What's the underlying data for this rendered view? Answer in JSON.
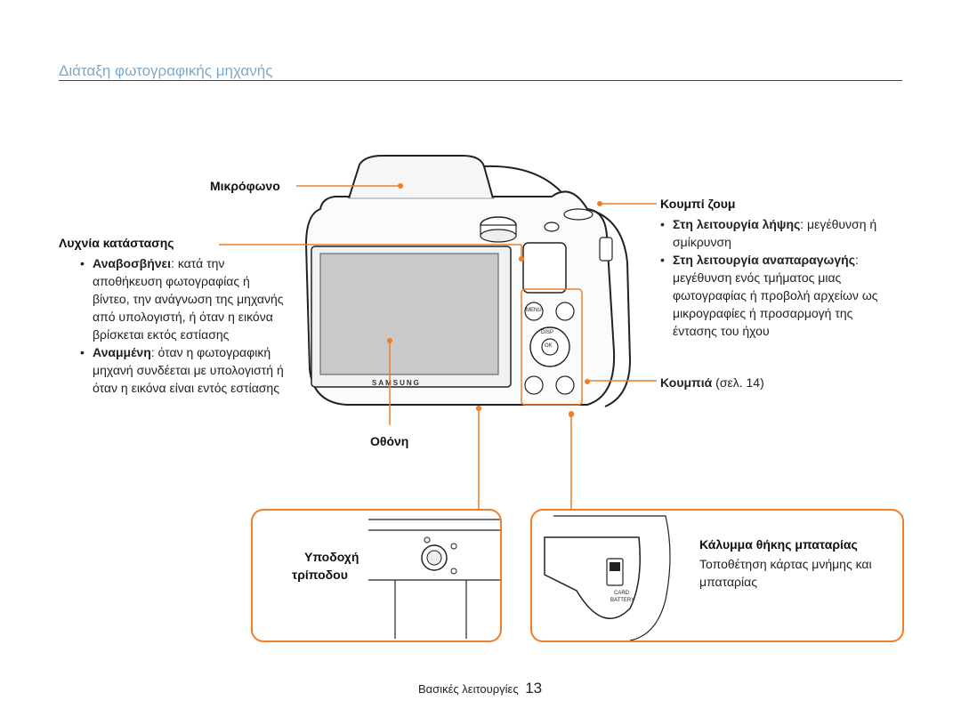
{
  "header": {
    "title": "Διάταξη φωτογραφικής μηχανής"
  },
  "camera": {
    "brand": "SAMSUNG",
    "button_menu": "MENU",
    "button_ok": "OK",
    "button_disp": "DISP",
    "label_card": "CARD",
    "label_battery": "BATTERY"
  },
  "labels": {
    "microphone": "Μικρόφωνο",
    "status_lamp": {
      "title": "Λυχνία κατάστασης",
      "items": [
        {
          "bold": "Αναβοσβήνει",
          "text": ": κατά την αποθήκευση φωτογραφίας ή βίντεο, την ανάγνωση της μηχανής από υπολογιστή, ή όταν η εικόνα βρίσκεται εκτός εστίασης"
        },
        {
          "bold": "Αναμμένη",
          "text": ": όταν η φωτογραφική μηχανή συνδέεται με υπολογιστή ή όταν η εικόνα είναι εντός εστίασης"
        }
      ]
    },
    "zoom_button": {
      "title": "Κουμπί ζουμ",
      "items": [
        {
          "bold": "Στη λειτουργία λήψης",
          "text": ": μεγέθυνση ή σμίκρυνση"
        },
        {
          "bold": "Στη λειτουργία αναπαραγωγής",
          "text": ": μεγέθυνση ενός τμήματος μιας φωτογραφίας ή προβολή αρχείων ως μικρογραφίες ή προσαρμογή της έντασης του ήχου"
        }
      ]
    },
    "buttons": {
      "title": "Κουμπιά",
      "ref": "(σελ. 14)"
    },
    "screen": "Οθόνη",
    "tripod_line1": "Υποδοχή",
    "tripod_line2": "τρίποδου",
    "battery_cover": {
      "title": "Κάλυμμα θήκης μπαταρίας",
      "desc": "Τοποθέτηση κάρτας μνήμης και μπαταρίας"
    }
  },
  "footer": {
    "section": "Βασικές λειτουργίες",
    "page": "13"
  },
  "colors": {
    "accent": "#f07e26",
    "title": "#7fa8c8"
  }
}
